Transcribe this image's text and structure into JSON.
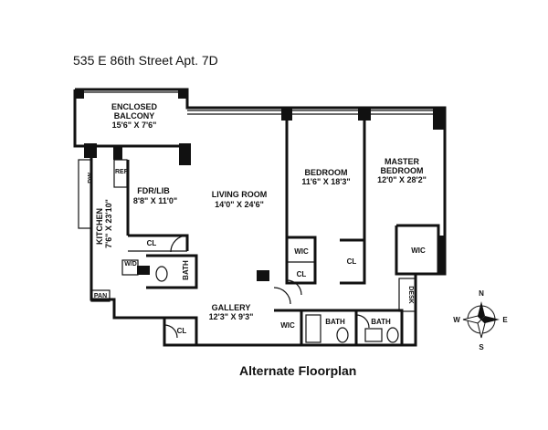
{
  "address": "535 E 86th Street Apt. 7D",
  "caption": "Alternate Floorplan",
  "rooms": {
    "balcony": {
      "name_1": "ENCLOSED",
      "name_2": "BALCONY",
      "dims": "15'6\" X 7'6\""
    },
    "fdr": {
      "name": "FDR/LIB",
      "dims": "8'8\" X 11'0\""
    },
    "living": {
      "name": "LIVING ROOM",
      "dims": "14'0\" X 24'6\""
    },
    "bedroom": {
      "name": "BEDROOM",
      "dims": "11'6\" X 18'3\""
    },
    "master": {
      "name_1": "MASTER",
      "name_2": "BEDROOM",
      "dims": "12'0\" X 28'2\""
    },
    "kitchen": {
      "name": "KITCHEN",
      "dims": "7'6\" X 23'10\""
    },
    "gallery": {
      "name": "GALLERY",
      "dims": "12'3\" X 9'3\""
    }
  },
  "small_labels": {
    "ref": "REF",
    "cl": "CL",
    "wic": "WIC",
    "bath": "BATH",
    "wd": "W/D",
    "dw": "DW",
    "pan": "PAN",
    "desk": "DESK"
  },
  "compass": {
    "n": "N",
    "s": "S",
    "e": "E",
    "w": "W"
  }
}
